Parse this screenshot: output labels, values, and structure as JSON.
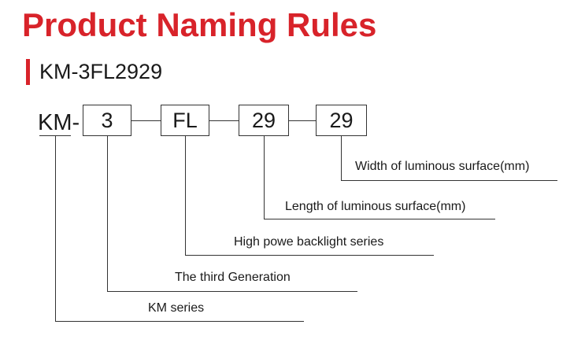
{
  "title": "Product Naming Rules",
  "model": "KM-3FL2929",
  "prefix": "KM-",
  "segments": [
    "3",
    "FL",
    "29",
    "29"
  ],
  "labels": {
    "width": "Width of luminous surface(mm)",
    "length": "Length of luminous surface(mm)",
    "backlight": "High powe backlight series",
    "generation": "The third Generation",
    "series": "KM  series"
  },
  "colors": {
    "accent": "#d8232a",
    "text": "#1a1a1a",
    "line": "#333333"
  }
}
